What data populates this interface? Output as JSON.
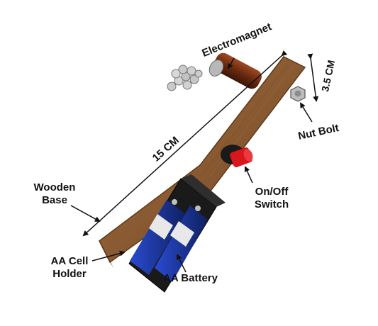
{
  "labels": {
    "electromagnet": "Electromagnet",
    "dimension_width": "3.5 CM",
    "dimension_length": "15 CM",
    "nut_bolt": "Nut Bolt",
    "switch_line1": "On/Off",
    "switch_line2": "Switch",
    "base_line1": "Wooden",
    "base_line2": "Base",
    "holder_line1": "AA Cell",
    "holder_line2": "Holder",
    "battery": "AA Battery"
  },
  "colors": {
    "wood": "#8a5a32",
    "wood_dark": "#5e3a1c",
    "copper": "#7a3318",
    "switch_red": "#d9161c",
    "battery_blue": "#1f3fb0",
    "holder_black": "#1a1a1a"
  }
}
